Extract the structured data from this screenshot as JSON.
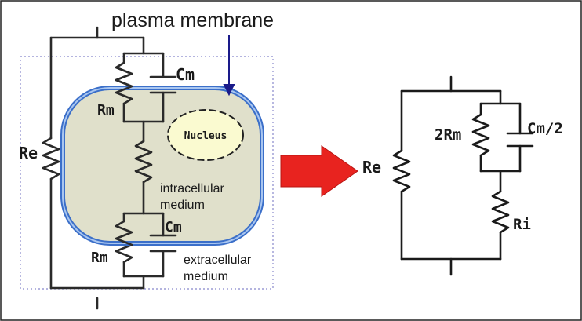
{
  "labels": {
    "plasma_membrane": "plasma membrane",
    "nucleus": "Nucleus",
    "intracellular_line1": "intracellular",
    "intracellular_line2": "medium",
    "extracellular_line1": "extracellular",
    "extracellular_line2": "medium"
  },
  "left_circuit": {
    "re": "Re",
    "cm_top": "Cm",
    "rm_top": "Rm",
    "cm_bottom": "Cm",
    "rm_bottom": "Rm"
  },
  "right_circuit": {
    "re": "Re",
    "two_rm": "2Rm",
    "cm_half": "Cm/2",
    "ri": "Ri"
  },
  "colors": {
    "cell_fill": "#dcdcc4",
    "membrane_blue": "#3b6fc9",
    "membrane_light": "#a9c6f0",
    "nucleus_fill": "#fafad0",
    "arrow_red": "#e8231f",
    "wire": "#2a2a2a",
    "pointer_blue": "#1a1a8a",
    "dotted_box": "#8888cc"
  }
}
